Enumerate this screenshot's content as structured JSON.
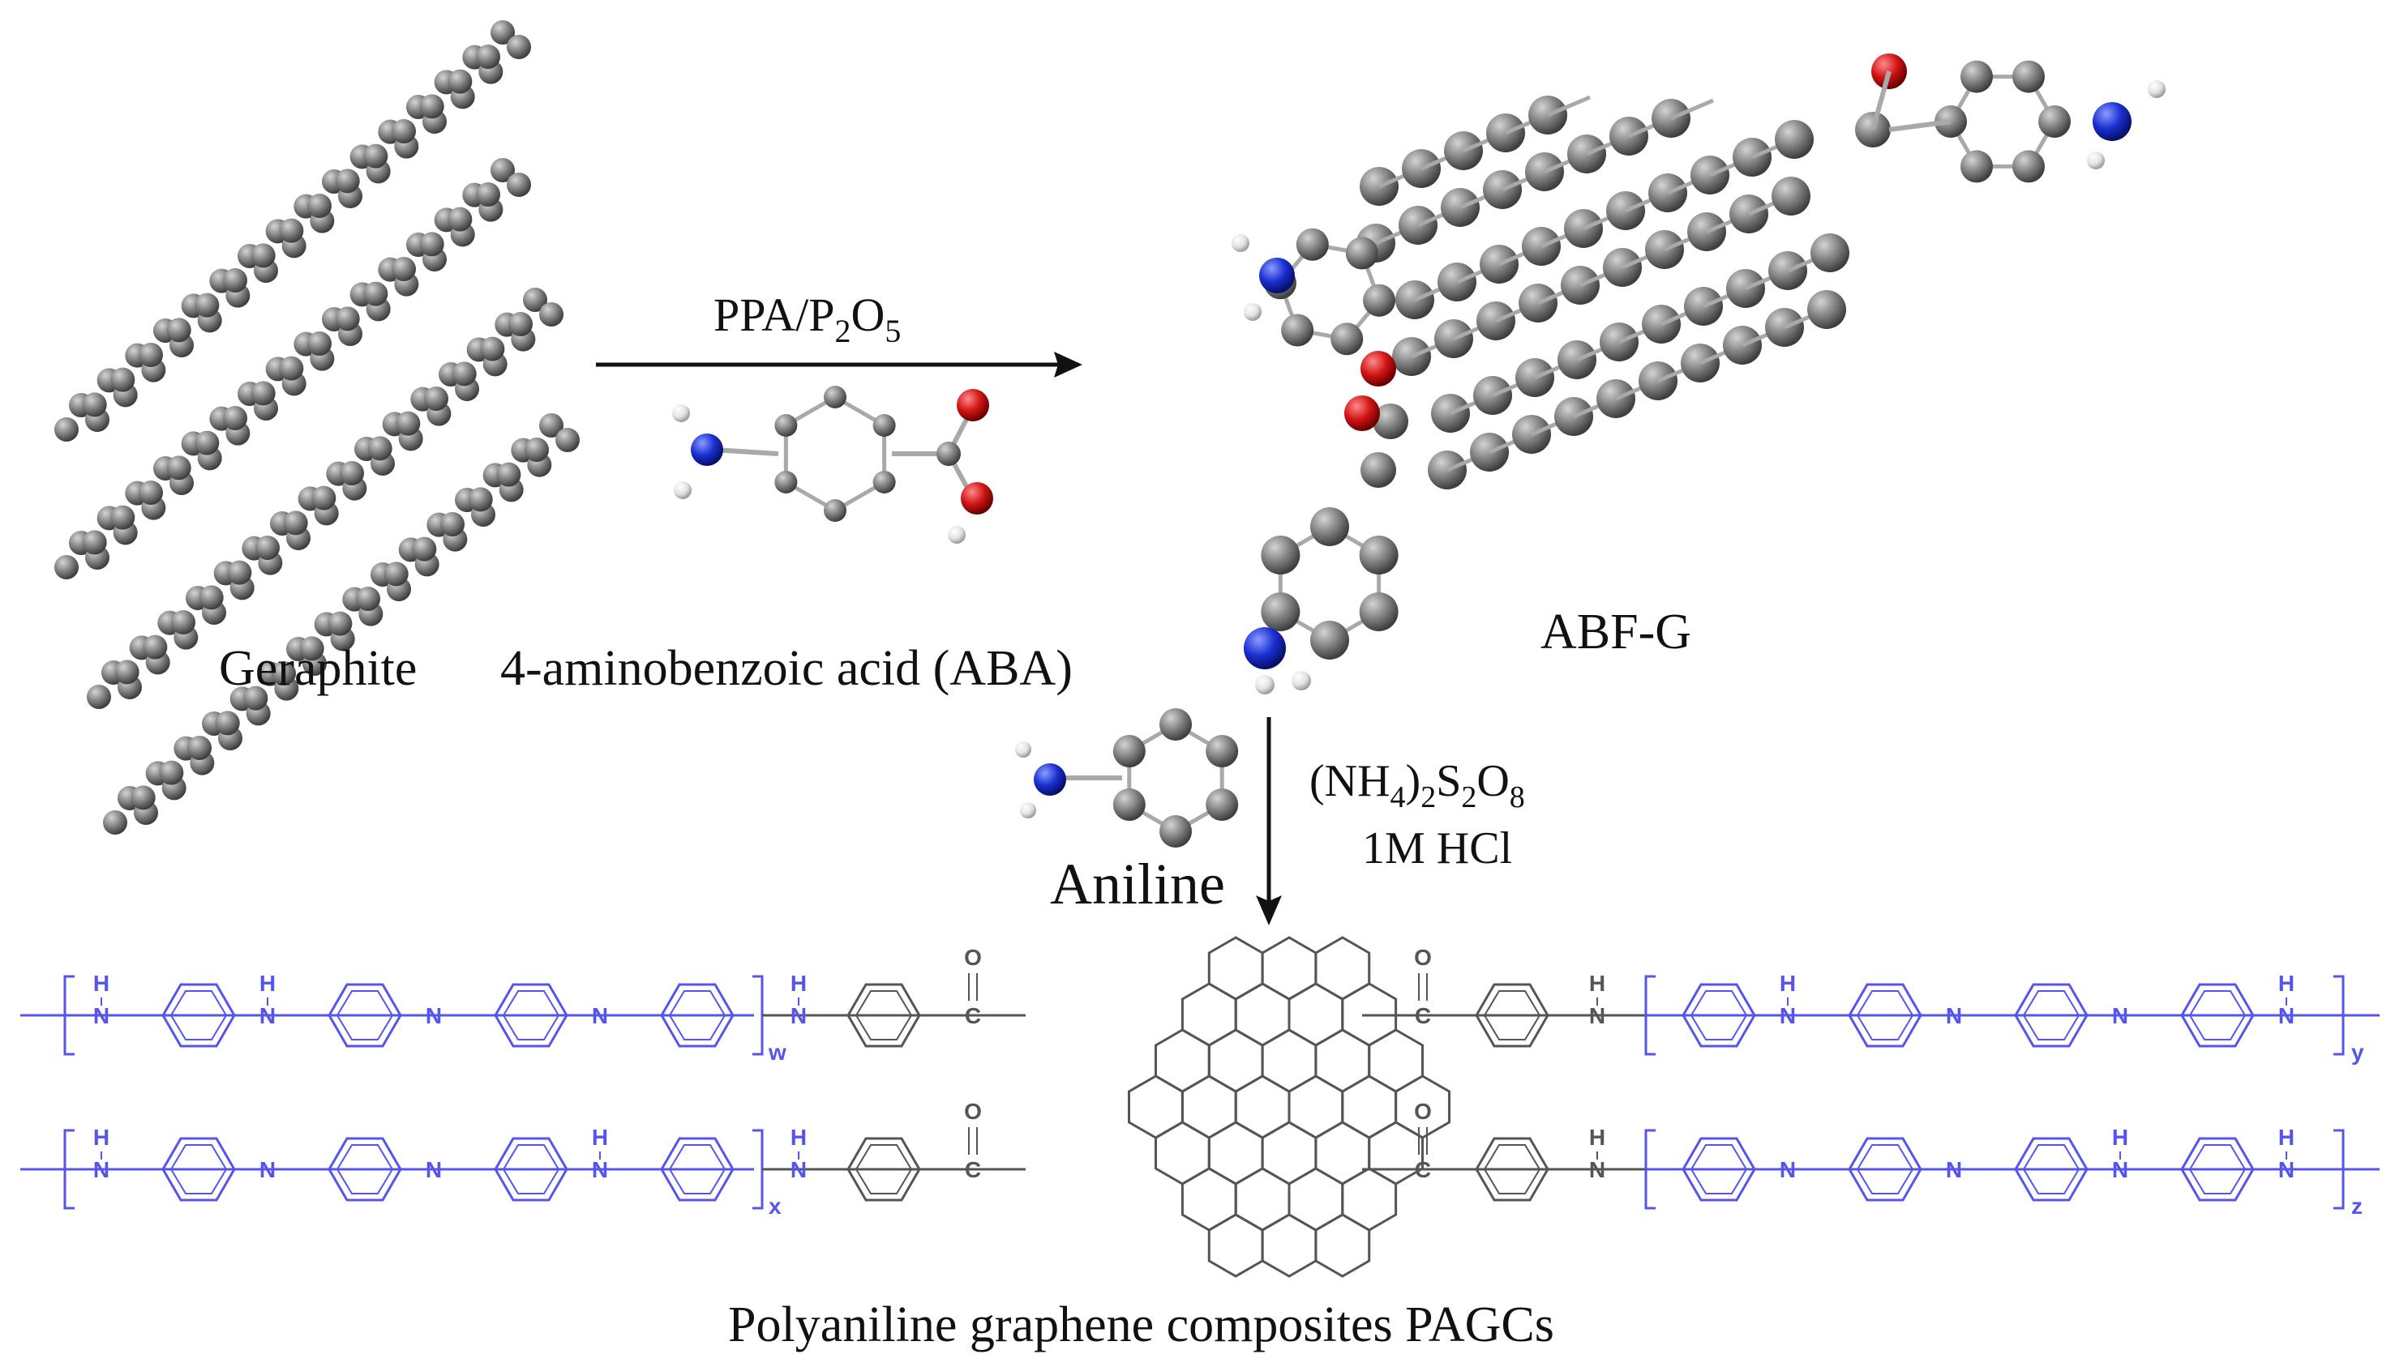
{
  "labels": {
    "graphite": "Geraphite",
    "aba": "4-aminobenzoic acid (ABA)",
    "abfg": "ABF-G",
    "aniline": "Aniline",
    "product": "Polyaniline graphene composites PAGCs"
  },
  "reagents": {
    "step1": {
      "base": "PPA/P",
      "sub1": "2",
      "mid": "O",
      "sub2": "5"
    },
    "step2_line1": {
      "a": "(NH",
      "s1": "4",
      "b": ")",
      "s2": "2",
      "c": "S",
      "s3": "2",
      "d": "O",
      "s4": "8"
    },
    "step2_line2": "1M HCl"
  },
  "atoms": {
    "nh_h": "H",
    "n": "N",
    "o": "O"
  },
  "subscripts": {
    "w": "w",
    "x": "x",
    "y": "y",
    "z": "z"
  },
  "colors": {
    "carbon": "#7a7a7a",
    "oxygen": "#d21414",
    "nitrogen": "#1a2fd0",
    "hydrogen": "#e6e6e6",
    "polymer": "#5555ee",
    "core": "#555555",
    "text": "#111111"
  }
}
